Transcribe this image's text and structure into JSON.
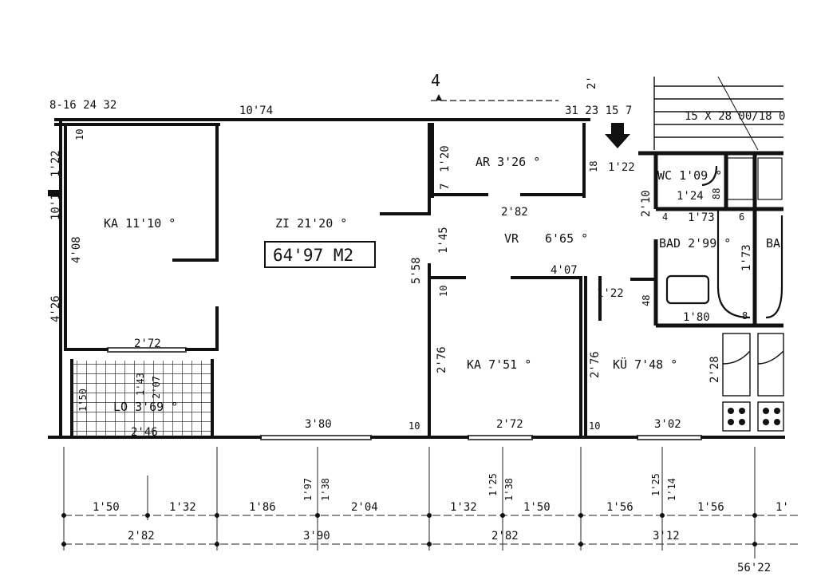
{
  "rooms": {
    "ka1": "KA 11'10 °",
    "zi": "ZI 21'20 °",
    "ar": "AR 3'26 °",
    "vr": "VR",
    "vr_area": "6'65 °",
    "wc": "WC 1'09 °",
    "bad": "BAD 2'99 °",
    "ba": "BA",
    "ka2": "KA 7'51 °",
    "kue": "KÜ 7'48 °",
    "lo": "LO 3'69 °"
  },
  "total_area": "64'97 M2",
  "stair_label": "15 X 28 00/18 0",
  "north_label": "4",
  "top_dims": {
    "left_group": "8-16 24 32",
    "main": "10'74",
    "right_group": "31 23 15 7",
    "small": "2'"
  },
  "wall_dims": {
    "d_10_tl": "10",
    "d_122_left": "1'22",
    "d_101": "10'1",
    "d_408": "4'08",
    "d_426": "4'26",
    "d_272_lo": "2'72",
    "d_143": "1'43",
    "d_207": "2'07",
    "d_150_lo": "1'50",
    "d_246": "2'46",
    "d_120": "1'20",
    "d_7": "7",
    "d_18": "18",
    "d_122_door": "1'22",
    "d_210": "2'10",
    "d_124": "1'24",
    "d_88": "88",
    "d_4": "4",
    "d_173h": "1'73",
    "d_6": "6",
    "d_173v": "1'73",
    "d_282_vr": "2'82",
    "d_145": "1'45",
    "d_558": "5'58",
    "d_407": "4'07",
    "d_10_mid": "10",
    "d_122_kue": "1'22",
    "d_48": "48",
    "d_180": "1'80",
    "d_8": "8",
    "d_276_a": "2'76",
    "d_276_b": "2'76",
    "d_228": "2'28",
    "d_380": "3'80",
    "d_10_b1": "10",
    "d_272_b": "2'72",
    "d_10_b2": "10",
    "d_302": "3'02"
  },
  "bottom_dims": {
    "row1": [
      "1'50",
      "1'32",
      "1'86",
      "2'04",
      "1'32",
      "1'50",
      "1'56",
      "1'56",
      "1'"
    ],
    "row2": [
      "2'82",
      "3'90",
      "2'82",
      "3'12"
    ],
    "verticals": [
      "1'97",
      "1'38",
      "1'25",
      "1'38",
      "1'25",
      "1'14"
    ],
    "total": "56'22"
  }
}
